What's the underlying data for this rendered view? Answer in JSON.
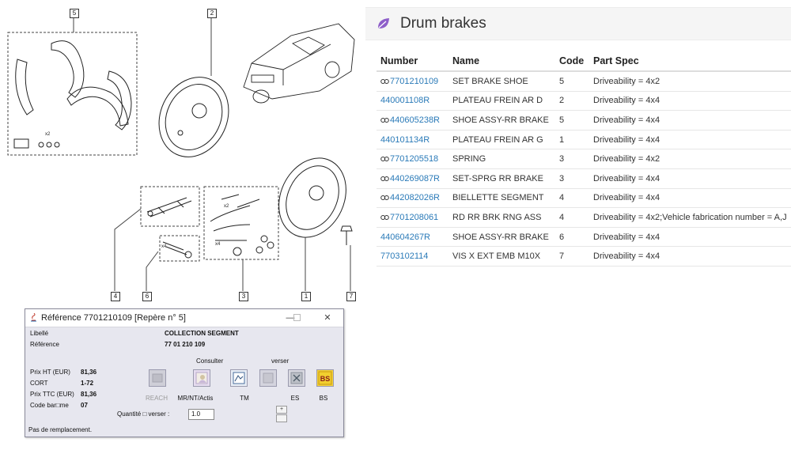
{
  "panel": {
    "title": "Drum brakes",
    "columns": [
      "Number",
      "Name",
      "Code",
      "Part Spec"
    ],
    "rows": [
      {
        "number": "7701210109",
        "name": "SET BRAKE SHOE",
        "code": "5",
        "spec": "Driveability = 4x2",
        "linked": true
      },
      {
        "number": "440001108R",
        "name": "PLATEAU FREIN AR D",
        "code": "2",
        "spec": "Driveability = 4x4",
        "linked": false
      },
      {
        "number": "440605238R",
        "name": "SHOE ASSY-RR BRAKE",
        "code": "5",
        "spec": "Driveability = 4x4",
        "linked": true
      },
      {
        "number": "440101134R",
        "name": "PLATEAU FREIN AR G",
        "code": "1",
        "spec": "Driveability = 4x4",
        "linked": false
      },
      {
        "number": "7701205518",
        "name": "SPRING",
        "code": "3",
        "spec": "Driveability = 4x2",
        "linked": true
      },
      {
        "number": "440269087R",
        "name": "SET-SPRG RR BRAKE",
        "code": "3",
        "spec": "Driveability = 4x4",
        "linked": true
      },
      {
        "number": "442082026R",
        "name": "BIELLETTE SEGMENT",
        "code": "4",
        "spec": "Driveability = 4x4",
        "linked": true
      },
      {
        "number": "7701208061",
        "name": "RD RR BRK RNG ASS",
        "code": "4",
        "spec": "Driveability = 4x2;Vehicle fabrication number = A,J",
        "linked": true
      },
      {
        "number": "440604267R",
        "name": "SHOE ASSY-RR BRAKE",
        "code": "6",
        "spec": "Driveability = 4x4",
        "linked": false
      },
      {
        "number": "7703102114",
        "name": "VIS X EXT EMB M10X",
        "code": "7",
        "spec": "Driveability = 4x4",
        "linked": false
      }
    ]
  },
  "diagram": {
    "refs": [
      "5",
      "2",
      "4",
      "6",
      "3",
      "1",
      "7"
    ],
    "qty": {
      "x2": "x2",
      "x4": "x4"
    }
  },
  "dialog": {
    "title": "Référence 7701210109 [Repère n° 5]",
    "labels": {
      "libelle": "Libellé",
      "reference": "Référence",
      "prix_ht": "Prix HT (EUR)",
      "cort": "CORT",
      "prix_ttc": "Prix TTC (EUR)",
      "code_barre": "Code bar□me",
      "quantite": "Quantité □ verser :",
      "consulter": "Consulter",
      "verser": "verser",
      "remplacement": "Pas de remplacement."
    },
    "values": {
      "libelle": "COLLECTION SEGMENT",
      "reference": "77 01 210 109",
      "prix_ht": "81,36",
      "cort": "1-72",
      "prix_ttc": "81,36",
      "code_barre": "07",
      "quantite": "1.0"
    },
    "buttons": {
      "reach": "REACH",
      "mr": "MR/NT/Actis",
      "tm": "TM",
      "es": "ES",
      "bs": "BS",
      "bs_icon_text": "BS",
      "plus": "+"
    },
    "window_controls": {
      "minimize": "—",
      "close": "✕"
    }
  },
  "colors": {
    "link": "#2a7ab8",
    "leaf_icon": "#8e5fc9",
    "dialog_bg": "#e7e7ef"
  }
}
